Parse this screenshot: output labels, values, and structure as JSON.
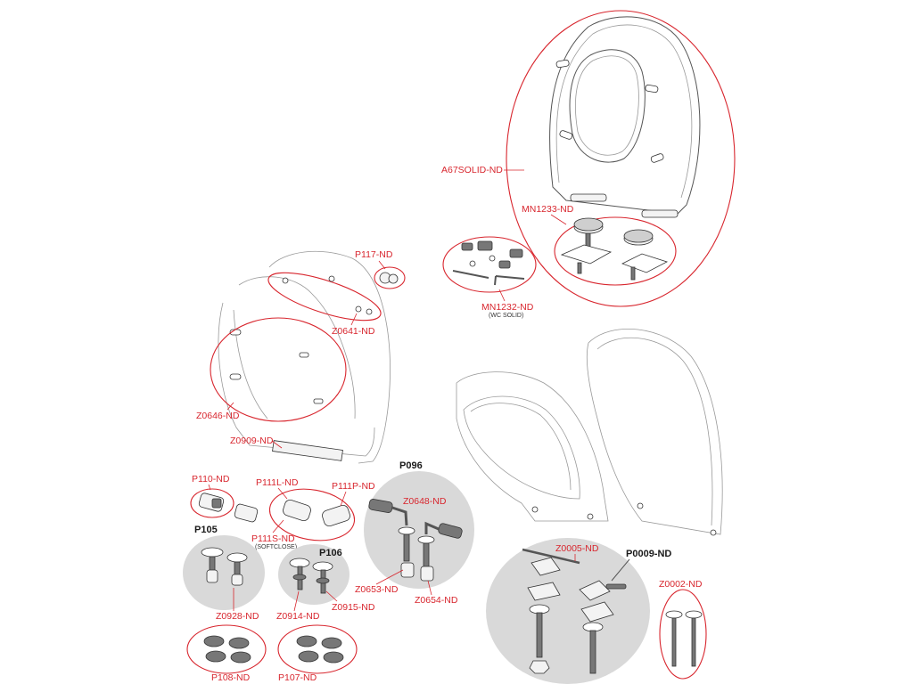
{
  "labels": {
    "a67solid": "A67SOLID-ND",
    "mn1233": "MN1233-ND",
    "mn1232": "MN1232-ND",
    "mn1232_sub": "(WC SOLID)",
    "p117": "P117-ND",
    "z0641": "Z0641-ND",
    "z0646": "Z0646-ND",
    "z0909": "Z0909-ND",
    "p096": "P096",
    "z0648": "Z0648-ND",
    "p110": "P110-ND",
    "p111l": "P111L-ND",
    "p111p": "P111P-ND",
    "p111s": "P111S-ND",
    "p111s_sub": "(SOFTCLOSE)",
    "p105": "P105",
    "p106": "P106",
    "z0653": "Z0653-ND",
    "z0654": "Z0654-ND",
    "z0928": "Z0928-ND",
    "z0914": "Z0914-ND",
    "z0915": "Z0915-ND",
    "p108": "P108-ND",
    "p107": "P107-ND",
    "z0005": "Z0005-ND",
    "p0009": "P0009-ND",
    "z0002": "Z0002-ND"
  },
  "colors": {
    "label_red": "#d8262e",
    "label_black": "#1a1a1a",
    "group_grey": "#d9d9d9",
    "line_grey": "#555555"
  }
}
